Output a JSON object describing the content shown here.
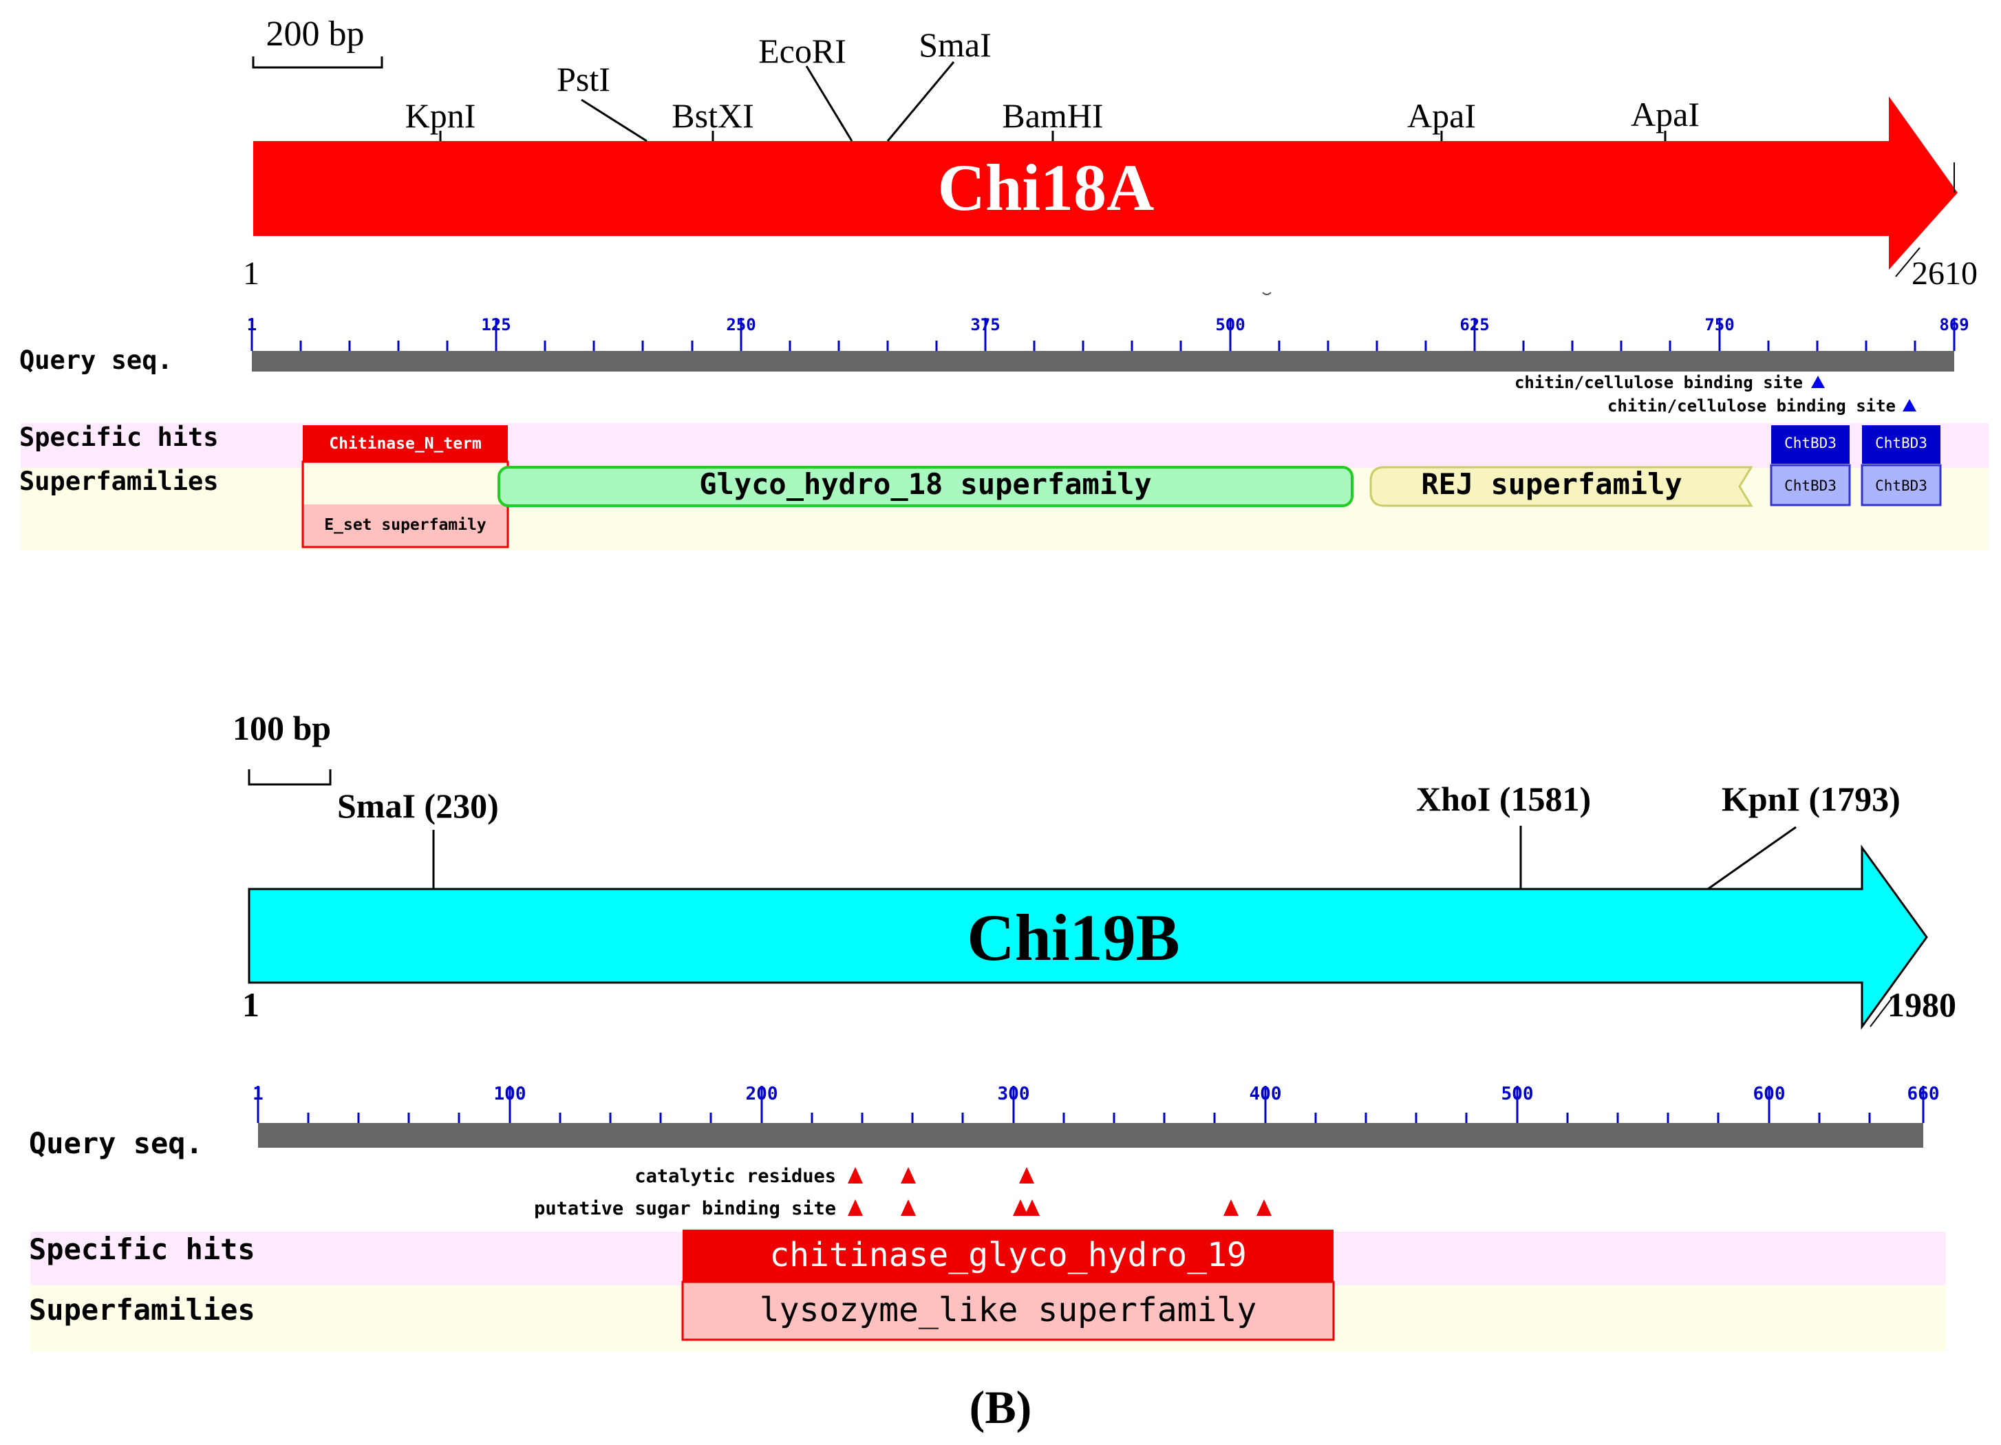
{
  "panel_a": {
    "scale_label": "200 bp",
    "gene_name": "Chi18A",
    "start": "1",
    "end": "2610",
    "sites": [
      {
        "name": "KpnI"
      },
      {
        "name": "PstI"
      },
      {
        "name": "BstXI"
      },
      {
        "name": "EcoRI"
      },
      {
        "name": "SmaI"
      },
      {
        "name": "BamHI"
      },
      {
        "name": "ApaI"
      },
      {
        "name": "ApaI"
      }
    ],
    "domain_map": {
      "query_label": "Query seq.",
      "specific_label": "Specific hits",
      "superfamily_label": "Superfamilies",
      "ticks": [
        "1",
        "125",
        "250",
        "375",
        "500",
        "625",
        "750",
        "869"
      ],
      "binding_sites": [
        "chitin/cellulose binding site",
        "chitin/cellulose binding site"
      ],
      "specific_hits": [
        "Chitinase_N_term",
        "ChtBD3",
        "ChtBD3"
      ],
      "superfamilies": [
        "E_set superfamily",
        "Glyco_hydro_18 superfamily",
        "REJ superfamily",
        "ChtBD3",
        "ChtBD3"
      ]
    }
  },
  "panel_b": {
    "scale_label": "100 bp",
    "gene_name": "Chi19B",
    "start": "1",
    "end": "1980",
    "sites": [
      {
        "name": "SmaI (230)"
      },
      {
        "name": "XhoI (1581)"
      },
      {
        "name": "KpnI (1793)"
      }
    ],
    "domain_map": {
      "query_label": "Query seq.",
      "specific_label": "Specific hits",
      "superfamily_label": "Superfamilies",
      "ticks": [
        "1",
        "100",
        "200",
        "300",
        "400",
        "500",
        "600",
        "660"
      ],
      "feature_labels": [
        "catalytic residues",
        "putative sugar binding site"
      ],
      "specific_hits": [
        "chitinase_glyco_hydro_19"
      ],
      "superfamilies": [
        "lysozyme_like superfamily"
      ]
    }
  },
  "caption": "(B)",
  "colors": {
    "chi18a_arrow": "#ff0000",
    "chi19b_arrow": "#00ffff",
    "query_bar": "#666666",
    "tick_blue": "#0000cc",
    "specific_band": "#fdeafd",
    "superfamily_band": "#fdfde8",
    "glyco_fill": "#a8f8c0",
    "glyco_border": "#22cc22",
    "rej_fill": "#f8f4c0",
    "chtbd3_dark": "#0000cc",
    "chtbd3_light": "#aab4ff",
    "specific_red": "#ee0000",
    "lysozyme_fill": "#ffc0c0"
  }
}
